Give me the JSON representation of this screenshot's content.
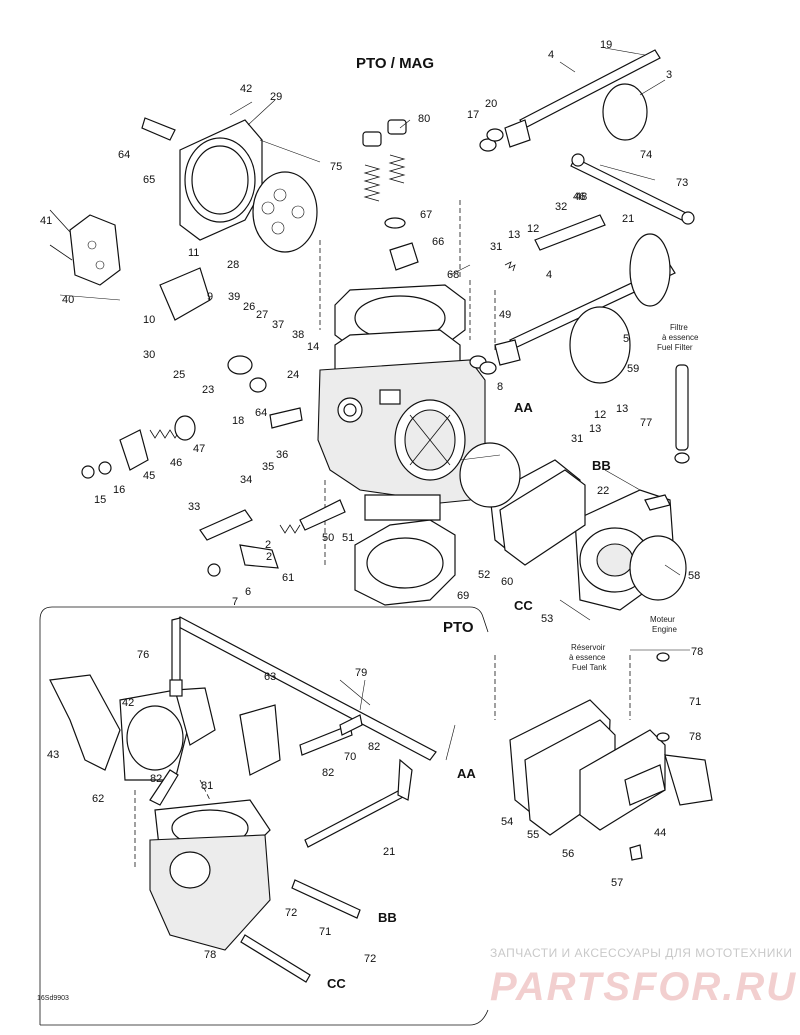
{
  "title": "PTO / MAG",
  "section_label": "PTO",
  "diagram_code": "16Sd9903",
  "reference_letters": {
    "aa": "AA",
    "bb": "BB",
    "cc": "CC"
  },
  "labels": {
    "fuel_filter": [
      "Filtre",
      "à essence",
      "Fuel Filter"
    ],
    "fuel_tank": [
      "Réservoir",
      "à essence",
      "Fuel Tank"
    ],
    "engine": [
      "Moteur",
      "Engine"
    ]
  },
  "watermark": {
    "line1": "ЗАПЧАСТИ И АКСЕССУАРЫ ДЛЯ МОТОТЕХНИКИ",
    "line2": "PARTSFOR.RU"
  },
  "part_numbers": [
    "19",
    "4",
    "3",
    "20",
    "17",
    "80",
    "75",
    "74",
    "73",
    "42",
    "29",
    "64",
    "65",
    "67",
    "66",
    "32",
    "46",
    "21",
    "13",
    "12",
    "31",
    "41",
    "11",
    "40",
    "9",
    "39",
    "26",
    "27",
    "10",
    "37",
    "30",
    "38",
    "25",
    "23",
    "24",
    "68",
    "14",
    "49",
    "5",
    "4",
    "8",
    "59",
    "12",
    "13",
    "18",
    "64",
    "31",
    "13",
    "77",
    "36",
    "35",
    "34",
    "47",
    "46",
    "45",
    "15",
    "16",
    "33",
    "2",
    "50",
    "51",
    "22",
    "52",
    "60",
    "58",
    "61",
    "6",
    "7",
    "69",
    "53",
    "76",
    "79",
    "63",
    "42",
    "43",
    "62",
    "82",
    "81",
    "70",
    "82",
    "82",
    "78",
    "71",
    "78",
    "21",
    "54",
    "55",
    "56",
    "57",
    "44",
    "72",
    "71",
    "72",
    "78",
    "28",
    "1",
    "2",
    "48"
  ]
}
